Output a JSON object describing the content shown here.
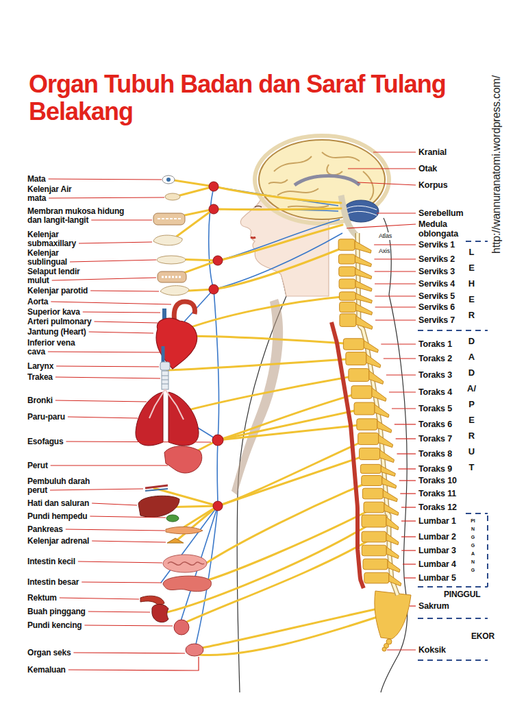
{
  "diagram": {
    "title": "Organ Tubuh Badan dan Saraf Tulang Belakang",
    "labels": [
      "Mata",
      "Kelenjar Air mata",
      "Membran mukosa hidung dan langit-langit",
      "Kelenjar submaxillary",
      "Kelenjar sublingual",
      "Selaput lendir mulut",
      "Kelenjar parotid",
      "Aorta",
      "Superior kava",
      "Arteri pulmonary",
      "Jantung (Heart)",
      "Inferior vena cava",
      "Larynx",
      "Trakea",
      "Bronki",
      "Paru-paru",
      "Esofagus",
      "Perut",
      "Pembuluh darah perut",
      "Hati dan saluran",
      "Pundi hempedu",
      "Pankreas",
      "Kelenjar adrenal",
      "Intestin kecil",
      "Intestin besar",
      "Rektum",
      "Buah pinggang",
      "Pundi kencing",
      "Organ seks",
      "Kemaluan",
      "Kranial",
      "Otak",
      "Korpus",
      "Serebellum",
      "Medula oblongata",
      "Atlas",
      "Axis",
      "Serviks 1",
      "Serviks 2",
      "Serviks 3",
      "Serviks 4",
      "Serviks 5",
      "Serviks 6",
      "Serviks 7",
      "Toraks 1",
      "Toraks 2",
      "Toraks 3",
      "Toraks 4",
      "Toraks 5",
      "Toraks 6",
      "Toraks 7",
      "Toraks 8",
      "Toraks 9",
      "Toraks 10",
      "Toraks 11",
      "Toraks 12",
      "Lumbar 1",
      "Lumbar 2",
      "Lumbar 3",
      "Lumbar 4",
      "Lumbar 5",
      "Sakrum",
      "Koksik",
      "LEHER",
      "DADA/PERUT",
      "PINGGANG",
      "PINGGUL",
      "EKOR",
      "http://wannuranatomi.wordpress.com/"
    ]
  }
}
